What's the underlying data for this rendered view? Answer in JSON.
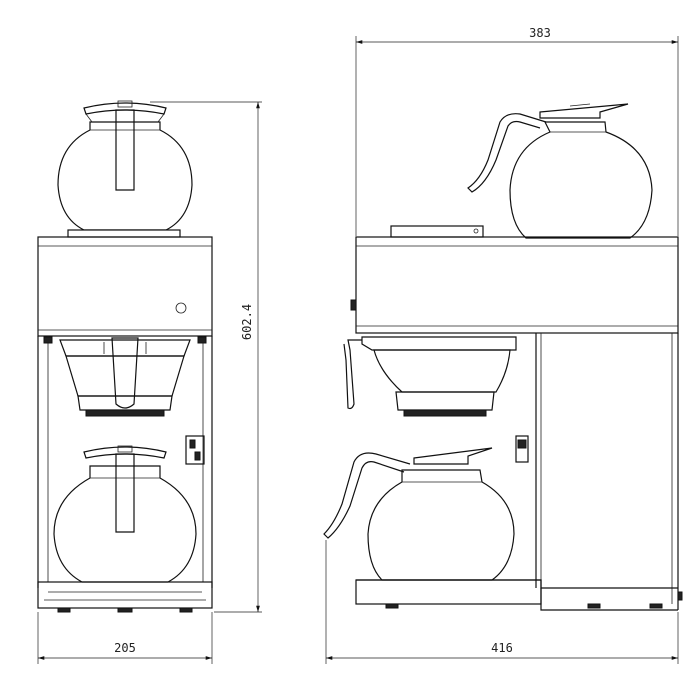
{
  "dimensions": {
    "front_width": "205",
    "height": "602.4",
    "side_top_width": "383",
    "side_bottom_width": "416"
  }
}
